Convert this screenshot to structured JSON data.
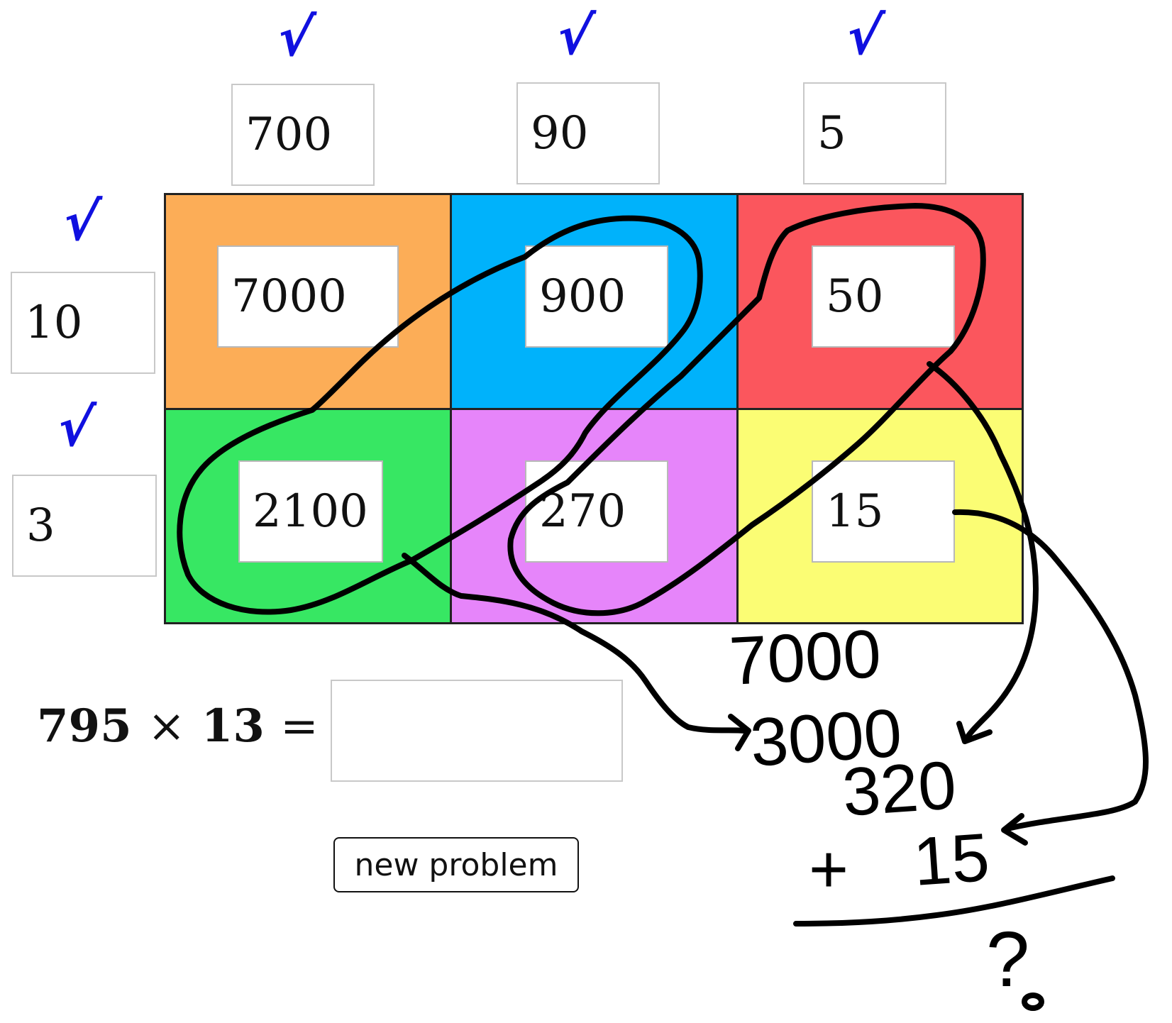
{
  "check_mark": "√",
  "check_color": "#1010e0",
  "top_factors": [
    "700",
    "90",
    "5"
  ],
  "left_factors": [
    "10",
    "3"
  ],
  "cells": [
    {
      "value": "7000",
      "color": "#fcad57"
    },
    {
      "value": "900",
      "color": "#00b2fb"
    },
    {
      "value": "50",
      "color": "#fb565d"
    },
    {
      "value": "2100",
      "color": "#37e763"
    },
    {
      "value": "270",
      "color": "#e685fa"
    },
    {
      "value": "15",
      "color": "#fbfd74"
    }
  ],
  "equation": {
    "a": "795",
    "op": "×",
    "b": "13",
    "eq": "="
  },
  "answer": {
    "value": ""
  },
  "new_problem_label": "new problem",
  "handwriting": {
    "line1": "7000",
    "line2": "3000",
    "line3": "320",
    "line4_plus": "+",
    "line4": "15",
    "result": "?"
  }
}
